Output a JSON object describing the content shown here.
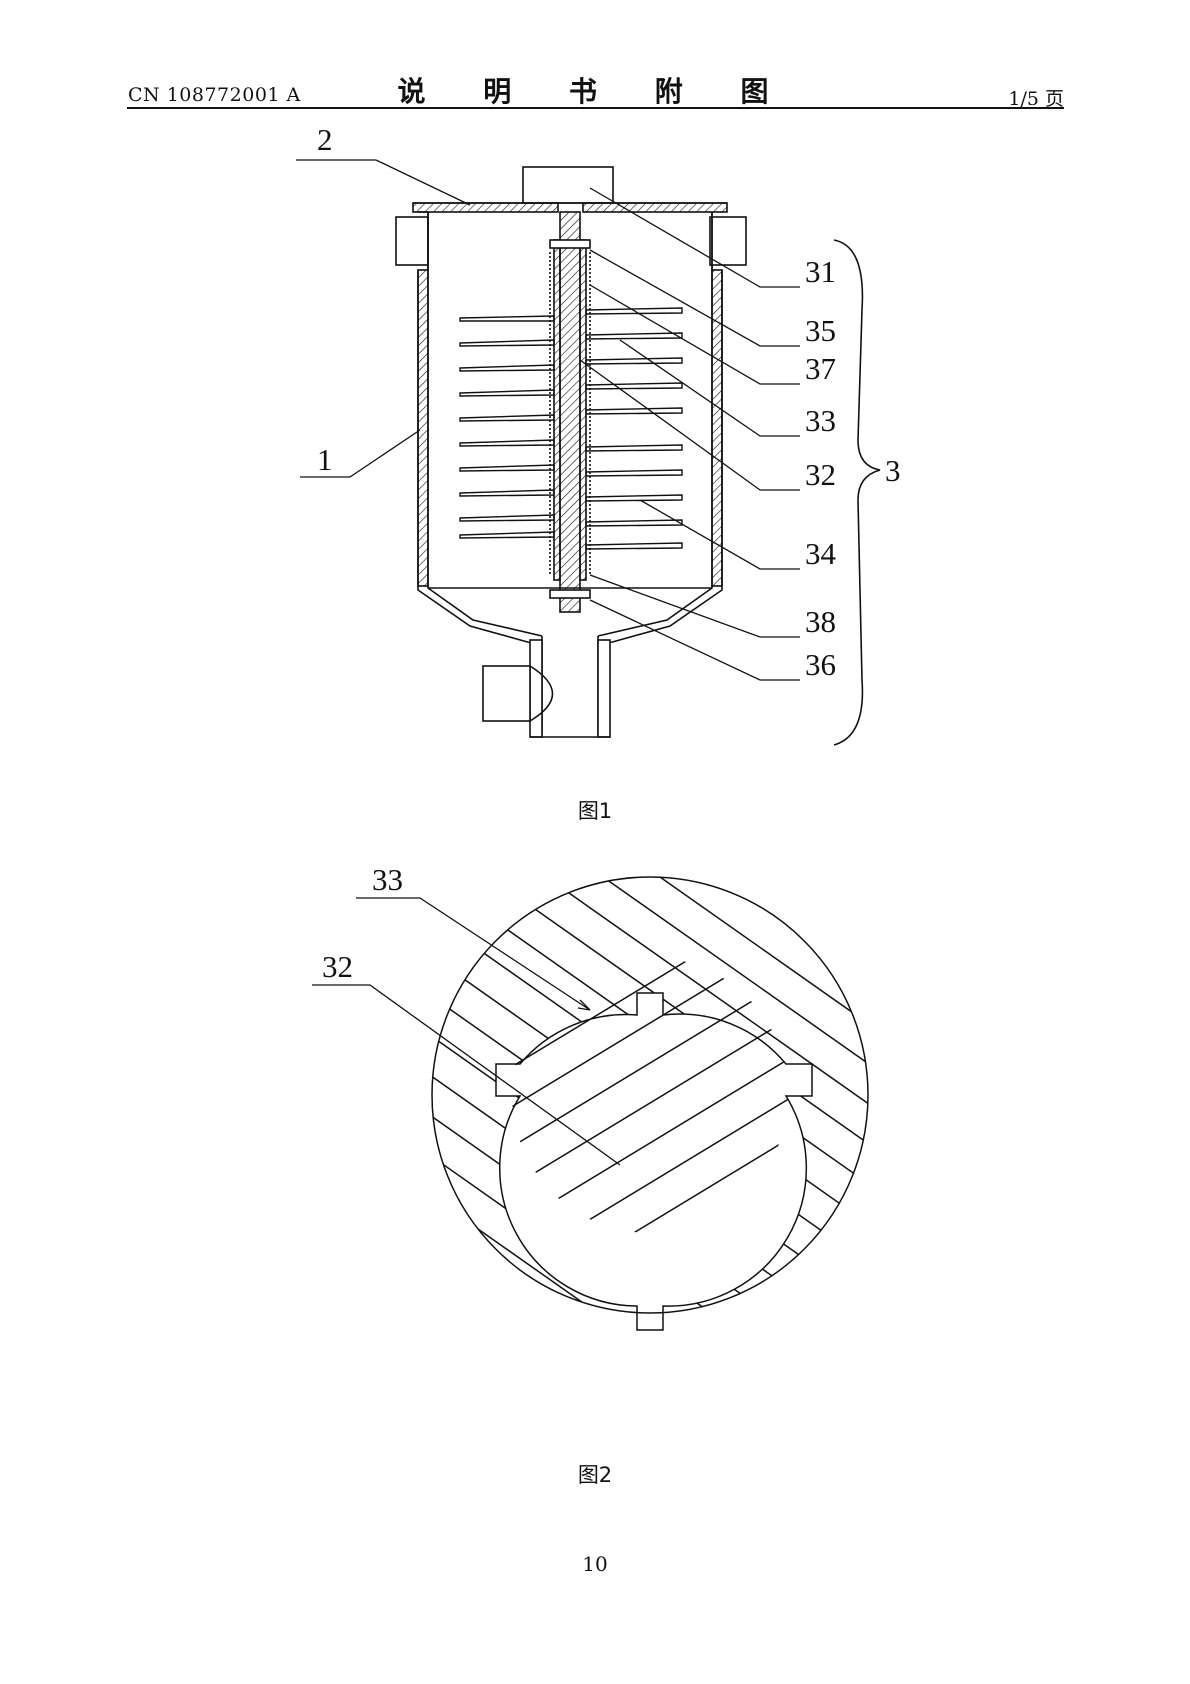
{
  "header": {
    "doc_number": "CN 108772001 A",
    "title": "说 明 书 附 图",
    "page_of": "1/5 页"
  },
  "figure1": {
    "caption": "图1",
    "labels": {
      "l1": "1",
      "l2": "2",
      "l3": "3",
      "l31": "31",
      "l35": "35",
      "l37": "37",
      "l33": "33",
      "l32": "32",
      "l34": "34",
      "l38": "38",
      "l36": "36"
    }
  },
  "figure2": {
    "caption": "图2",
    "labels": {
      "l33": "33",
      "l32": "32"
    }
  },
  "footer": {
    "page_number": "10"
  }
}
